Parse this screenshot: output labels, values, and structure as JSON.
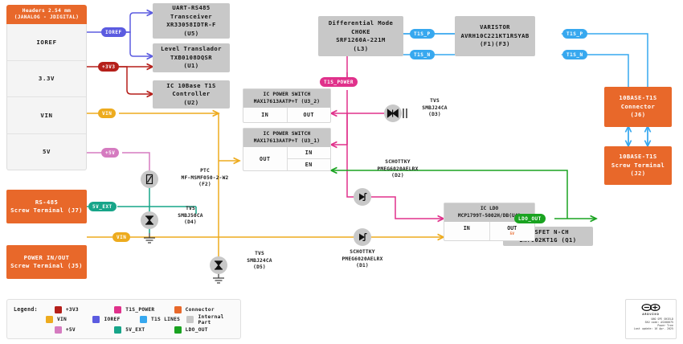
{
  "colors": {
    "v3v3": "#b51f1a",
    "ioref": "#5b5be0",
    "vin": "#edab1e",
    "v5v": "#d57bc0",
    "t1s_power": "#e0318b",
    "t1s_lines": "#37a8ef",
    "v5v_ext": "#17a589",
    "ldo_out": "#1aa321",
    "connector": "#e8682a",
    "internal": "#c8c8c8"
  },
  "headers": {
    "title_line1": "Headers 2.54 mm",
    "title_line2": "(JANALOG - JDIGITAL)",
    "rows": [
      "IOREF",
      "3.3V",
      "VIN",
      "5V"
    ]
  },
  "nets": {
    "ioref": "IOREF",
    "v3v3": "+3V3",
    "vin": "VIN",
    "v5v": "+5V",
    "v5v_ext": "5V_EXT",
    "t1s_power": "T1S_POWER",
    "t1s_p": "T1S_P",
    "t1s_n": "T1S_N",
    "ldo_out": "LDO_OUT"
  },
  "blocks": {
    "uart": [
      "UART-RS485",
      "Transceiver",
      "XR33058IDTR-F",
      "(U5)"
    ],
    "level": [
      "Level Translador",
      "TXB0108DQSR",
      "(U1)"
    ],
    "controller": [
      "IC 10Base T1S",
      "Controller",
      "(U2)"
    ],
    "choke": [
      "Differential Mode",
      "CHOKE",
      "SRF1260A-221M",
      "(L3)"
    ],
    "varistor": [
      "VARISTOR",
      "AVRH10C221KT1RSYAB",
      "(F1)(F3)"
    ],
    "connector_j6": [
      "10BASE-T1S",
      "Connector",
      "(J6)"
    ],
    "screw_j2": [
      "10BASE-T1S",
      "Screw Terminal",
      "(J2)"
    ],
    "rs485_j7": [
      "RS-485",
      "Screw Terminal (J7)"
    ],
    "power_j5": [
      "POWER IN/OUT",
      "Screw Terminal (J5)"
    ],
    "mosfet": [
      "MOSFET N-CH",
      "2N7002KT1G (Q1)"
    ]
  },
  "switches": {
    "u3_2": {
      "title_line1": "IC POWER SWITCH",
      "title_line2": "MAX17613AATP+T (U3_2)",
      "left": "IN",
      "right": "OUT"
    },
    "u3_1": {
      "title_line1": "IC POWER SWITCH",
      "title_line2": "MAX17613AATP+T (U3_1)",
      "left": "OUT",
      "right_top": "IN",
      "right_bottom": "EN"
    }
  },
  "ldo": {
    "title_line1": "IC LDO",
    "title_line2": "MCP1799T-5002H/DB(U4)",
    "in": "IN",
    "out": "OUT",
    "out_sub": "5V"
  },
  "discretes": {
    "d3": [
      "TVS",
      "SMBJ24CA",
      "(D3)"
    ],
    "d4": [
      "TVS",
      "SMBJ50CA",
      "(D4)"
    ],
    "d5": [
      "TVS",
      "SMBJ24CA",
      "(D5)"
    ],
    "d2": [
      "SCHOTTKY",
      "PMEG6020AELRX",
      "(D2)"
    ],
    "d1": [
      "SCHOTTKY",
      "PMEG6020AELRX",
      "(D1)"
    ],
    "f2": [
      "PTC",
      "MF-MSMF050-2-W2",
      "(F2)"
    ]
  },
  "legend": {
    "title": "Legend:",
    "items": [
      {
        "label": "+3V3",
        "color": "#b51f1a"
      },
      {
        "label": "T1S_POWER",
        "color": "#e0318b"
      },
      {
        "label": "Connector",
        "color": "#e8682a"
      },
      {
        "label": "VIN",
        "color": "#edab1e"
      },
      {
        "label": "IOREF",
        "color": "#5b5be0"
      },
      {
        "label": "T1S LINES",
        "color": "#37a8ef"
      },
      {
        "label": "Internal Part",
        "color": "#c8c8c8"
      },
      {
        "label": "+5V",
        "color": "#d57bc0"
      },
      {
        "label": "5V_EXT",
        "color": "#17a589"
      },
      {
        "label": "LDO_OUT",
        "color": "#1aa321"
      }
    ]
  },
  "info": {
    "brand": "ARDUINO",
    "line1": "UNO SPE SHIELD",
    "line2": "SKU code: ASX00075",
    "line3": "Power Tree",
    "line4": "Last update: 16 Apr. 2025"
  }
}
